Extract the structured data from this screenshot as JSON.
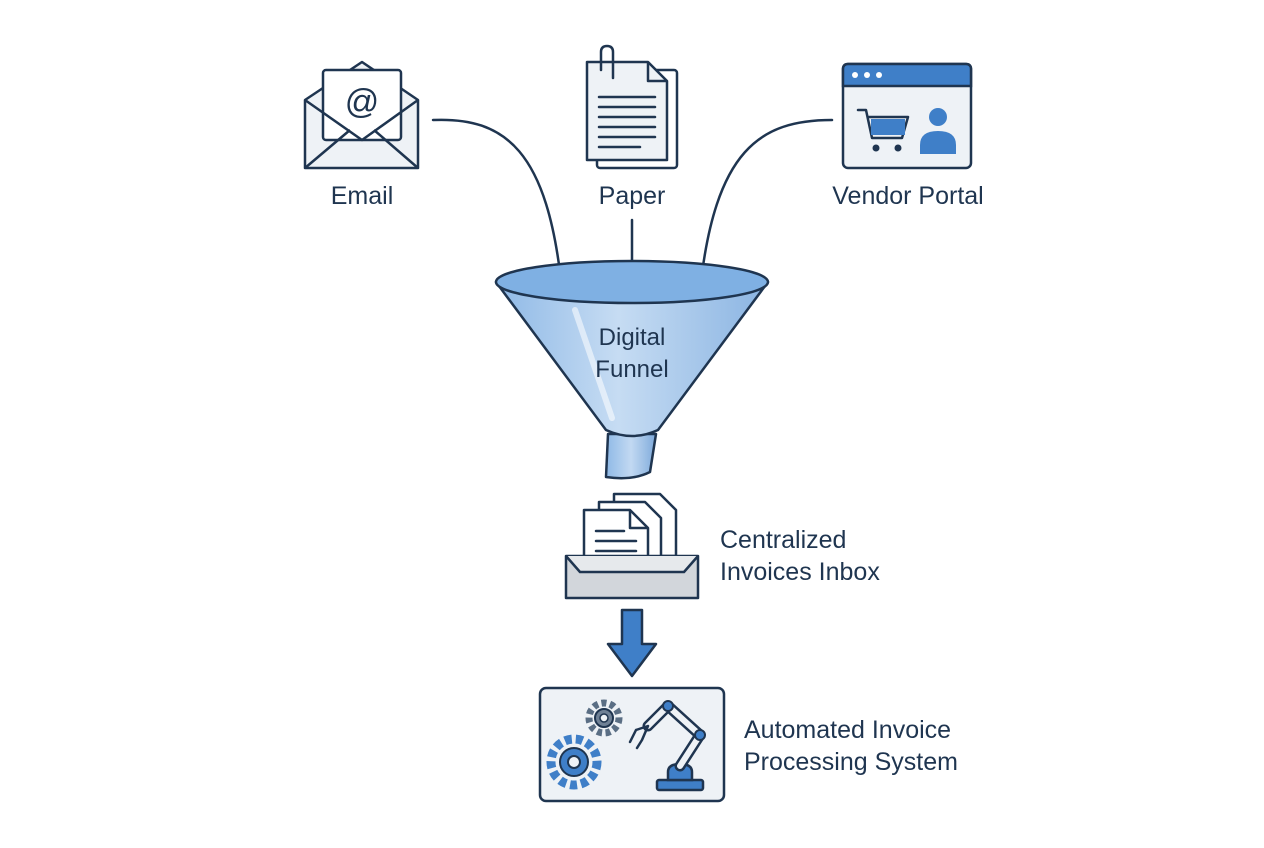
{
  "sources": [
    {
      "label": "Email",
      "icon": "email-envelope-icon",
      "glyph": "@"
    },
    {
      "label": "Paper",
      "icon": "paper-document-icon"
    },
    {
      "label": "Vendor Portal",
      "icon": "vendor-portal-window-icon"
    }
  ],
  "funnel": {
    "line1": "Digital",
    "line2": "Funnel"
  },
  "inbox": {
    "line1": "Centralized",
    "line2": "Invoices Inbox"
  },
  "system": {
    "line1": "Automated Invoice",
    "line2": "Processing System"
  },
  "colors": {
    "stroke": "#1f3550",
    "accent": "#3f7fc8",
    "funnel_fill": "#a9cbec",
    "icon_fill": "#eef2f6",
    "background": "#ffffff"
  }
}
